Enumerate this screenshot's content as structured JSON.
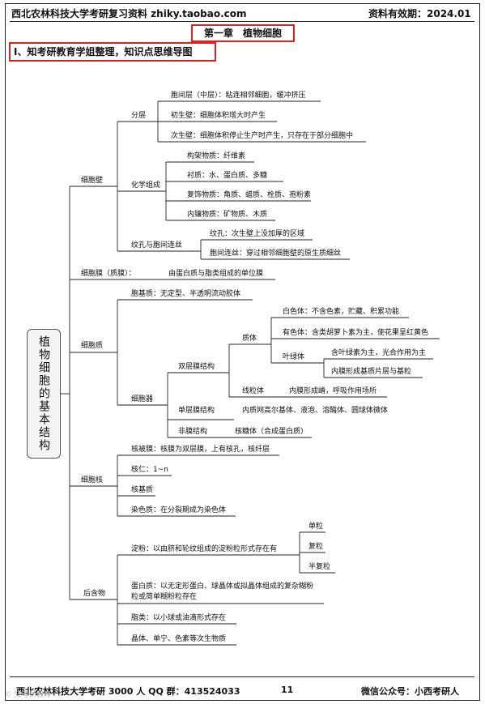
{
  "header": {
    "left": "西北农林科技大学考研复习资料 zhiky.taobao.com",
    "right": "资料有效期：2024.01"
  },
  "chapter_title": "第一章　植物细胞",
  "section_title": "Ⅰ、知考研教育学姐整理，知识点思维导图",
  "mindmap": {
    "root": "植物细胞的基本结构",
    "n": {
      "cell_wall": "细胞壁",
      "layers": "分层",
      "middle_lamella": "胞间层（中层）：粘连相邻细胞，缓冲挤压",
      "primary_wall": "初生壁：细胞体积增大时产生",
      "secondary_wall": "次生壁：细胞体积停止生产时产生，只存在于部分细胞中",
      "chem": "化学组成",
      "frame_sub": "构架物质：纤维素",
      "matrix": "衬质：水、蛋白质、多糖",
      "incrust": "复饰物质：角质、蜡质、栓质、孢粉素",
      "inlay": "内镶物质：矿物质、木质",
      "pits": "纹孔与胞间连丝",
      "pit": "纹孔：次生壁上没加厚的区域",
      "plasmodesma": "胞间连丝：穿过相邻细胞壁的原生质细丝",
      "membrane": "细胞膜（质膜）：",
      "membrane_desc": "由蛋白质与脂类组成的单位膜",
      "cytoplasm": "细胞质",
      "cytosol": "胞基质：无定型、半透明流动胶体",
      "organelles": "细胞器",
      "double": "双层膜结构",
      "plastid": "质体",
      "leucoplast": "白色体：不含色素，贮藏、积累功能",
      "chromoplast": "有色体：含类胡萝卜素为主，使花果呈红黄色",
      "chloroplast": "叶绿体",
      "chloro1": "含叶绿素为主，光合作用为主",
      "chloro2": "内膜形成基质片层与基粒",
      "mito": "线粒体",
      "mito_desc": "内膜形成嵴，呼吸作用场所",
      "single": "单层膜结构",
      "single_desc": "内质网高尔基体、液泡、溶酶体、圆球体微体",
      "nonmem": "非膜结构",
      "ribosome": "核糖体（合成蛋白质）",
      "nucleus": "细胞核",
      "envelope": "核被膜：核膜为双层膜，上有核孔，核纤层",
      "nucleolus": "核仁：1~n",
      "nucleoplasm": "核基质",
      "chromatin": "染色质：在分裂期成为染色体",
      "ergastic": "后含物",
      "starch": "淀粉：以由脐和轮纹组成的淀粉粒形式存在有",
      "simple": "单粒",
      "compound": "复粒",
      "semi": "半复粒",
      "protein1": "蛋白质：以无定形蛋白、球晶体或拟晶体组成的复杂糊粉",
      "protein2": "粒或简单糊粉粒存在",
      "lipid": "脂类：以小球或油滴形式存在",
      "crystal": "晶体、单宁、色素等次生物质"
    }
  },
  "footer": {
    "left": "西北农林科技大学考研 3000 人 QQ 群：413524033",
    "page": "11",
    "right": "微信公众号：小西考研人"
  },
  "watermark": "© 知考研教育"
}
